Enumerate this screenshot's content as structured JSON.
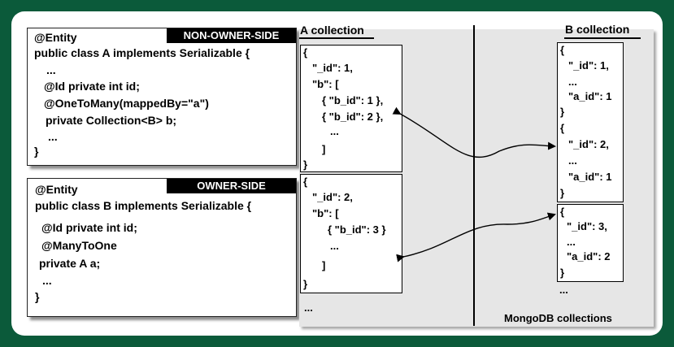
{
  "class_a": {
    "tag": "NON-OWNER-SIDE",
    "lines": [
      "@Entity",
      "public class A implements Serializable {",
      "...",
      "@Id private int id;",
      "@OneToMany(mappedBy=\"a\")",
      "private Collection<B> b;",
      "...",
      "}"
    ]
  },
  "class_b": {
    "tag": "OWNER-SIDE",
    "lines": [
      "@Entity",
      "public class B implements Serializable {",
      "@Id private int id;",
      "@ManyToOne",
      "private A a;",
      "...",
      "}"
    ]
  },
  "collection_a": {
    "title": "A collection",
    "doc1": [
      "{",
      "\"_id\": 1,",
      "\"b\": [",
      "{ \"b_id\": 1 },",
      "{ \"b_id\": 2 },",
      "...",
      "]",
      "}"
    ],
    "doc2": [
      "{",
      "\"_id\": 2,",
      "\"b\": [",
      "{ \"b_id\": 3 }",
      "...",
      "]",
      "}"
    ],
    "more": "..."
  },
  "collection_b": {
    "title": "B collection",
    "doc1": [
      "{",
      "\"_id\": 1,",
      "...",
      "\"a_id\": 1",
      "}",
      "{",
      "\"_id\": 2,",
      "...",
      "\"a_id\": 1",
      "}"
    ],
    "doc2": [
      "{",
      "\"_id\": 3,",
      "...",
      "\"a_id\": 2",
      "}"
    ],
    "more": "..."
  },
  "footer": "MongoDB collections",
  "colors": {
    "background": "#0b5a3a",
    "panel": "#e6e6e6",
    "tag": "#000000"
  }
}
